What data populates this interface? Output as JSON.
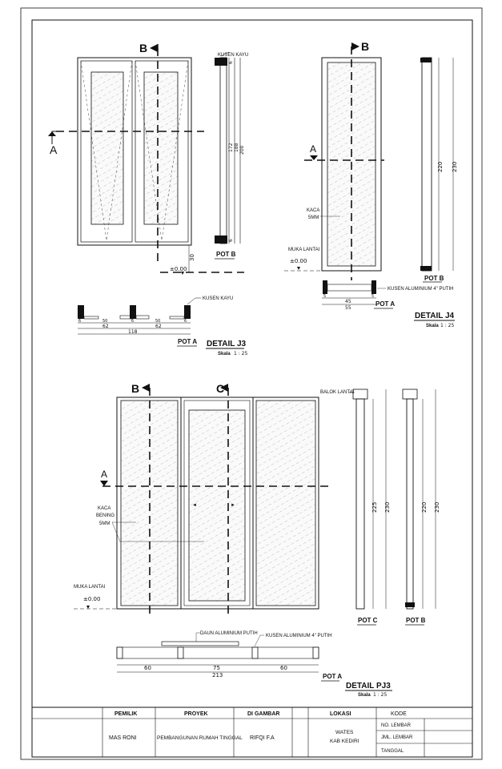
{
  "detail_j3": {
    "title": "DETAIL  J3",
    "scale_label": "Skala",
    "scale_value": "1 : 25",
    "section_a": "A",
    "section_b": "B",
    "label_kusen_kayu_top": "KUSEN KAYU",
    "label_kusen_kayu_bottom": "KUSEN KAYU",
    "label_pot_b": "POT B",
    "label_pot_a": "POT A",
    "level": "±0.00",
    "dims_vertical": [
      "6",
      "172",
      "188",
      "200",
      "6"
    ],
    "dim_30": "30",
    "dims_bottom": [
      "6",
      "50",
      "6",
      "50",
      "6"
    ],
    "dims_62": [
      "62",
      "62"
    ],
    "dim_total": "118"
  },
  "detail_j4": {
    "title": "DETAIL  J4",
    "scale_label": "Skala",
    "scale_value": "1 : 25",
    "section_a": "A",
    "section_b": "B",
    "label_kaca": "KACA",
    "label_5mm": "5MM",
    "label_muka_lantai": "MUKA LANTAI",
    "level": "±0.00",
    "label_kusen_aluminium": "KUSEN ALUMINIUM 4\" PUTIH",
    "label_pot_a": "POT A",
    "label_pot_b": "POT B",
    "dims_vertical": [
      "220",
      "230"
    ],
    "dims_bottom": [
      "5",
      "45",
      "5"
    ],
    "dim_total": "55"
  },
  "detail_pj3": {
    "title": "DETAIL  PJ3",
    "scale_label": "Skala",
    "scale_value": "1 : 25",
    "section_a": "A",
    "section_b": "B",
    "section_c": "C",
    "label_kaca_bening": "KACA",
    "label_bening": "BENING",
    "label_5mm": "5MM",
    "label_muka_lantai": "MUKA LANTAI",
    "level": "±0.00",
    "label_balok_lantai": "BALOK LANTAI",
    "label_pot_c": "POT C",
    "label_pot_b": "POT B",
    "label_pot_a": "POT A",
    "label_daun_aluminium": "DAUN ALUMINIUM PUTIH",
    "label_kusen_aluminium": "KUSEN ALUMINIUM 4\" PUTIH",
    "dims_c": [
      "225",
      "230"
    ],
    "dims_b": [
      "220",
      "230"
    ],
    "dims_bottom": [
      "60",
      "75",
      "60"
    ],
    "dim_total": "213"
  },
  "title_block": {
    "h_pemilik": "PEMILIK",
    "h_proyek": "PROYEK",
    "h_digambar": "DI GAMBAR",
    "h_lokasi": "LOKASI",
    "h_kode": "KODE",
    "v_pemilik": "MAS RONI",
    "v_proyek": "PEMBANGUNAN RUMAH TINGGAL",
    "v_digambar": "RIFQI F.A",
    "v_lokasi_1": "WATES",
    "v_lokasi_2": "KAB KEDIRI",
    "no_lembar": "NO. LEMBAR",
    "jml_lembar": "JML. LEMBAR",
    "tanggal": "TANGGAL"
  }
}
